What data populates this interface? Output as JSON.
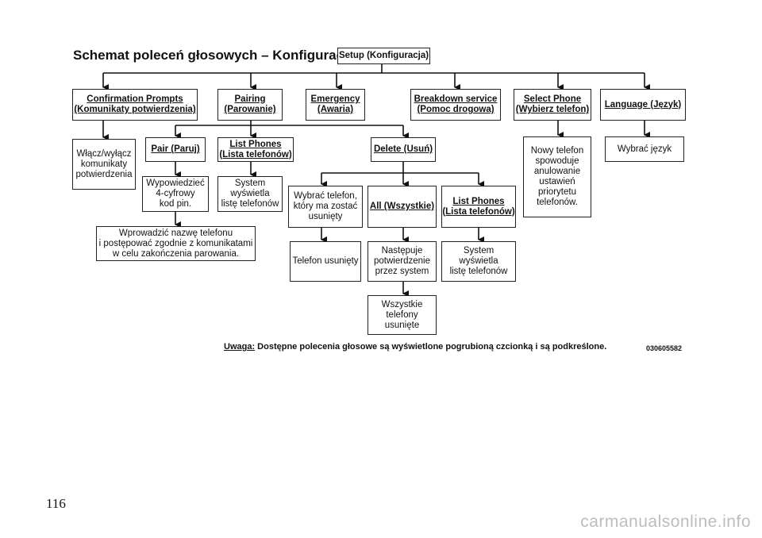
{
  "title": "Schemat poleceń głosowych – Konfiguracja",
  "root": "Setup (Konfiguracja)",
  "level1": {
    "confirm": [
      "Confirmation Prompts",
      "(Komunikaty potwierdzenia)"
    ],
    "pairing": [
      "Pairing",
      "(Parowanie)"
    ],
    "emergency": [
      "Emergency",
      "(Awaria)"
    ],
    "breakdown": [
      "Breakdown service",
      "(Pomoc drogowa)"
    ],
    "select": [
      "Select Phone",
      "(Wybierz telefon)"
    ],
    "language": [
      "Language (Język)"
    ]
  },
  "confirm_result": [
    "Włącz/wyłącz",
    "komunikaty",
    "potwierdzenia"
  ],
  "pair": "Pair (Paruj)",
  "pair_step1": [
    "Wypowiedzieć",
    "4-cyfrowy",
    "kod pin."
  ],
  "pair_step2": [
    "Wprowadzić nazwę telefonu",
    "i postępować zgodnie z komunikatami",
    "w celu zakończenia parowania."
  ],
  "list_phones": [
    "List Phones",
    "(Lista telefonów)"
  ],
  "list_result": [
    "System",
    "wyświetla",
    "listę telefonów"
  ],
  "delete": "Delete (Usuń)",
  "delete_choose": [
    "Wybrać telefon,",
    "który ma zostać",
    "usunięty"
  ],
  "delete_choose_result": "Telefon usunięty",
  "delete_all": "All (Wszystkie)",
  "delete_all_confirm": [
    "Następuje",
    "potwierdzenie",
    "przez system"
  ],
  "delete_all_result": [
    "Wszystkie",
    "telefony",
    "usunięte"
  ],
  "delete_list": [
    "List Phones",
    "(Lista telefonów)"
  ],
  "delete_list_result": [
    "System",
    "wyświetla",
    "listę telefonów"
  ],
  "select_result": [
    "Nowy telefon",
    "spowoduje",
    "anulowanie",
    "ustawień",
    "priorytetu",
    "telefonów."
  ],
  "language_result": "Wybrać język",
  "note_label": "Uwaga:",
  "note_text": " Dostępne polecenia głosowe są wyświetlone pogrubioną czcionką i są podkreślone.",
  "figure_code": "030605582",
  "page_number": "116",
  "watermark": "carmanualsonline.info"
}
